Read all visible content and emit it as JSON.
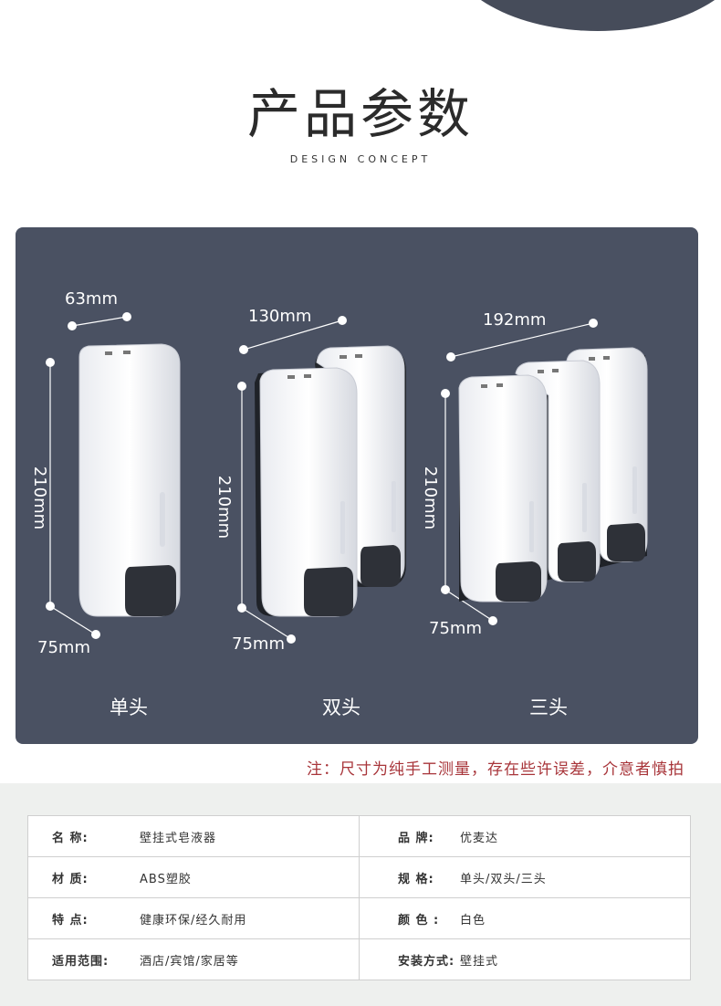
{
  "header": {
    "title": "产品参数",
    "subtitle": "DESIGN CONCEPT"
  },
  "colors": {
    "panel": "#4a5162",
    "note": "#a8353a",
    "spec_bg": "#eef0ee"
  },
  "products": [
    {
      "label": "单头",
      "width": "63mm",
      "height": "210mm",
      "depth": "75mm"
    },
    {
      "label": "双头",
      "width": "130mm",
      "height": "210mm",
      "depth": "75mm"
    },
    {
      "label": "三头",
      "width": "192mm",
      "height": "210mm",
      "depth": "75mm"
    }
  ],
  "note": "注：尺寸为纯手工测量，存在些许误差，介意者慎拍",
  "specs": [
    {
      "k1": "名  称:",
      "v1": "壁挂式皂液器",
      "k2": "品  牌:",
      "v2": "优麦达"
    },
    {
      "k1": "材  质:",
      "v1": "ABS塑胶",
      "k2": "规  格:",
      "v2": "单头/双头/三头"
    },
    {
      "k1": "特  点:",
      "v1": "健康环保/经久耐用",
      "k2": "颜  色 :",
      "v2": "白色"
    },
    {
      "k1": "适用范围:",
      "v1": "酒店/宾馆/家居等",
      "k2": "安装方式:",
      "v2": "壁挂式"
    }
  ]
}
